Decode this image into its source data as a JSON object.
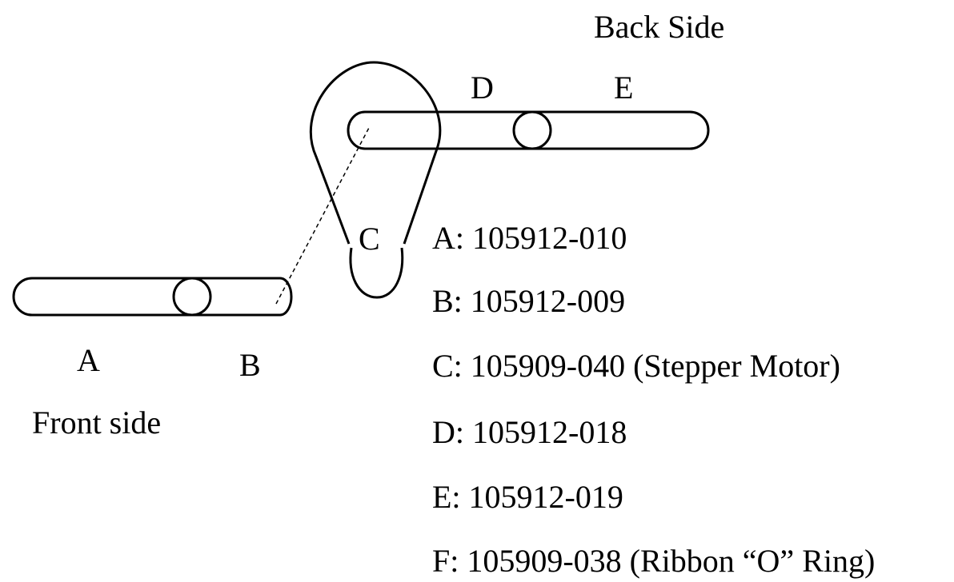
{
  "labels": {
    "back_side": "Back Side",
    "front_side": "Front side",
    "a": "A",
    "b": "B",
    "c": "C",
    "d": "D",
    "e": "E"
  },
  "legend": [
    "A: 105912-010",
    "B: 105912-009",
    "C: 105909-040 (Stepper Motor)",
    "D: 105912-018",
    "E: 105912-019",
    "F: 105909-038 (Ribbon “O” Ring)"
  ]
}
